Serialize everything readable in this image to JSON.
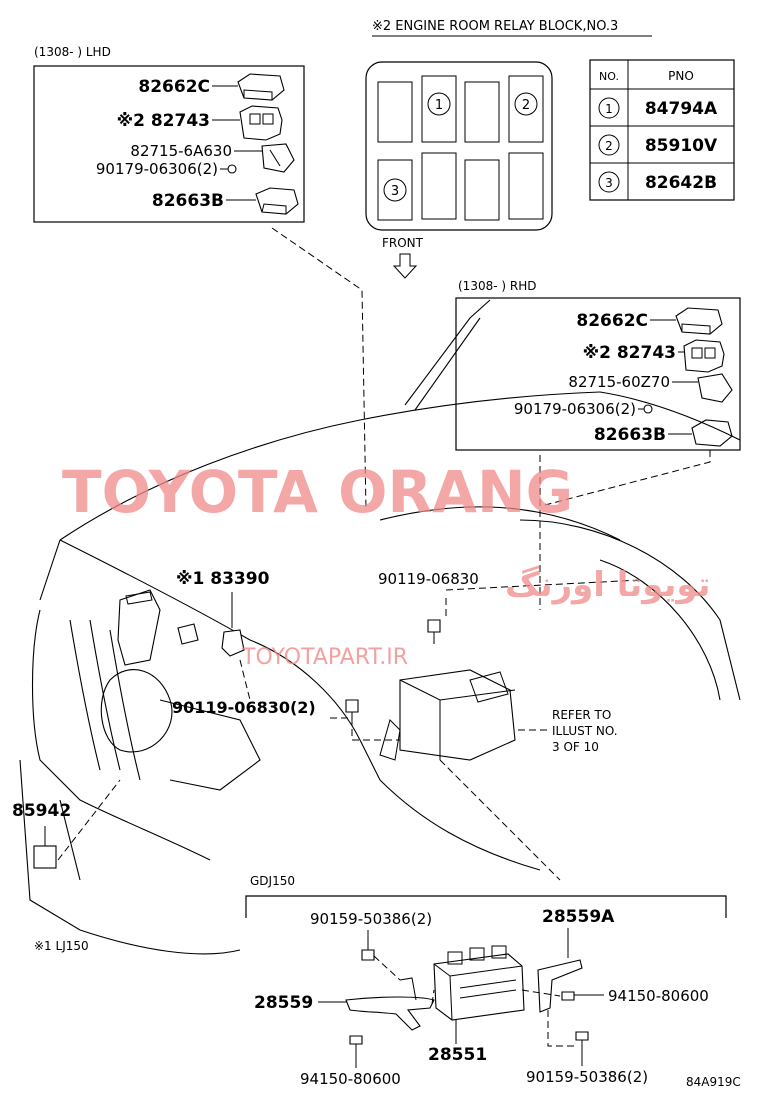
{
  "relay_block": {
    "title": "※2  ENGINE ROOM RELAY BLOCK,NO.3",
    "front_label": "FRONT",
    "slot_numbers": [
      "1",
      "2",
      "3"
    ]
  },
  "pno_table": {
    "header_no": "NO.",
    "header_pno": "PNO",
    "rows": [
      {
        "no": "1",
        "pno": "84794A"
      },
      {
        "no": "2",
        "pno": "85910V"
      },
      {
        "no": "3",
        "pno": "82642B"
      }
    ]
  },
  "lhd_box": {
    "caption": "(1308-      ) LHD",
    "parts": [
      "82662C",
      "※2 82743",
      "82715-6A630",
      "90179-06306(2)",
      "82663B"
    ]
  },
  "rhd_box": {
    "caption": "(1308-      ) RHD",
    "parts": [
      "82662C",
      "※2 82743",
      "82715-60Z70",
      "90179-06306(2)",
      "82663B"
    ]
  },
  "main_labels": {
    "p83390": "※1 83390",
    "p90119_top": "90119-06830",
    "p90119_left": "90119-06830(2)",
    "refer": [
      "REFER TO",
      "ILLUST NO.",
      "3 OF 10"
    ],
    "p85942": "85942",
    "note_lj150": "※1 LJ150"
  },
  "gdj_box": {
    "caption": "GDJ150",
    "parts": {
      "p90159_top": "90159-50386(2)",
      "p28559A": "28559A",
      "p28559": "28559",
      "p94150_right": "94150-80600",
      "p28551": "28551",
      "p94150_bottom": "94150-80600",
      "p90159_bottom": "90159-50386(2)"
    }
  },
  "illustration_code": "84A919C",
  "watermarks": {
    "latin": "TOYOTA ORANG",
    "arabic": "تویوتا اورنگ",
    "url": "TOYOTAPART.IR"
  },
  "colors": {
    "line": "#000000",
    "watermark": "#f08a8a"
  }
}
